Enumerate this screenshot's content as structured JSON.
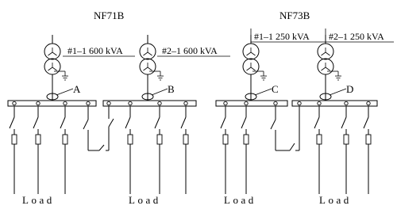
{
  "stations": [
    {
      "name": "NF71B",
      "transformers": [
        {
          "label": "#1–1 600 kVA",
          "point": "A"
        },
        {
          "label": "#2–1 600 kVA",
          "point": "B"
        }
      ]
    },
    {
      "name": "NF73B",
      "transformers": [
        {
          "label": "#1–1 250 kVA",
          "point": "C"
        },
        {
          "label": "#2–1 250 kVA",
          "point": "D"
        }
      ]
    }
  ],
  "load_label": "Load"
}
